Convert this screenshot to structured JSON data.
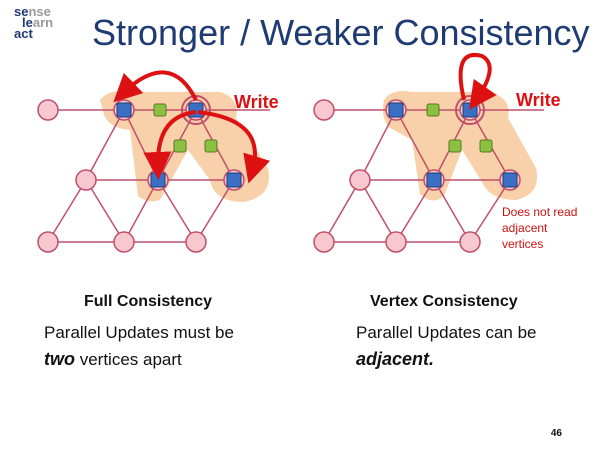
{
  "logo": {
    "line1a": "se",
    "line1b": "nse",
    "line2a": "le",
    "line2b": "arn",
    "line3a": "act",
    "line3b": ""
  },
  "slide": {
    "title": "Stronger / Weaker Consistency",
    "page_number": "46"
  },
  "left_panel": {
    "write_label": "Write",
    "heading": "Full Consistency",
    "line1": "Parallel Updates must be",
    "line2_em": "two",
    "line2_rest": " vertices apart"
  },
  "right_panel": {
    "write_label": "Write",
    "note_line1": "Does not read",
    "note_line2": "adjacent",
    "note_line3": "vertices",
    "heading": "Vertex Consistency",
    "line1": "Parallel Updates can be",
    "line2_em": "adjacent."
  },
  "colors": {
    "title": "#1f3b73",
    "vertex_fill": "#f7c8cf",
    "vertex_stroke": "#c0506b",
    "edge": "#c0506b",
    "scope": "#f5c08c",
    "vertex_data": "#3a6fc4",
    "edge_data": "#8cc043",
    "arrow": "#dd1111",
    "write": "#dd1111"
  }
}
